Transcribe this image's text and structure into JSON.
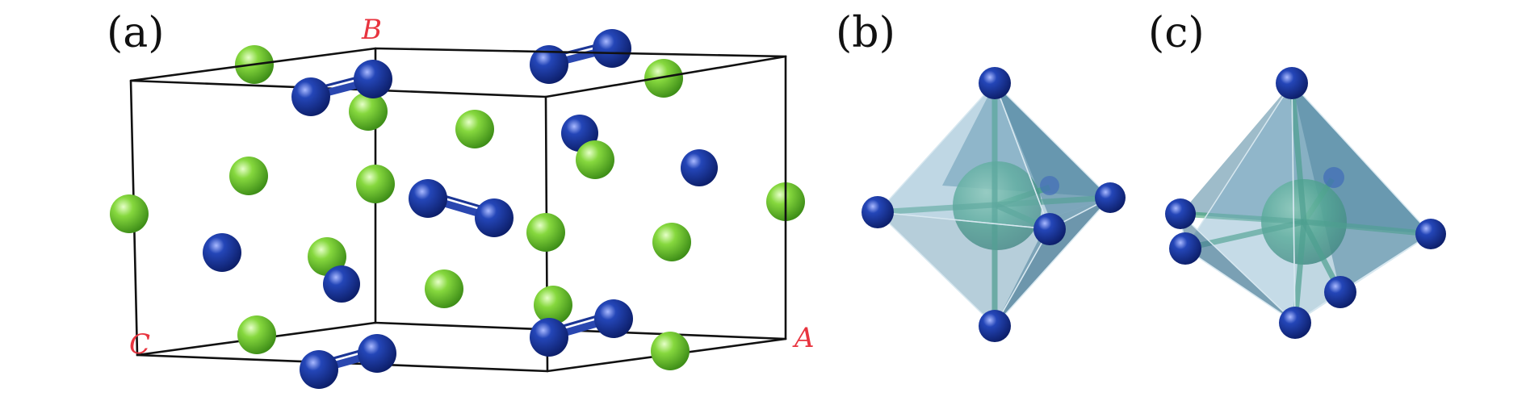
{
  "panels": [
    {
      "id": "a",
      "label": "(a)"
    },
    {
      "id": "b",
      "label": "(b)"
    },
    {
      "id": "c",
      "label": "(c)"
    }
  ],
  "vertices": {
    "B": "B",
    "C": "C",
    "A": "A"
  },
  "colors": {
    "green_atom": "#7fd43a",
    "blue_atom": "#1f3fa6",
    "cell_edge": "#111111",
    "vertex_label": "#e8343f",
    "polyhedron_face": "#5f93ad"
  }
}
